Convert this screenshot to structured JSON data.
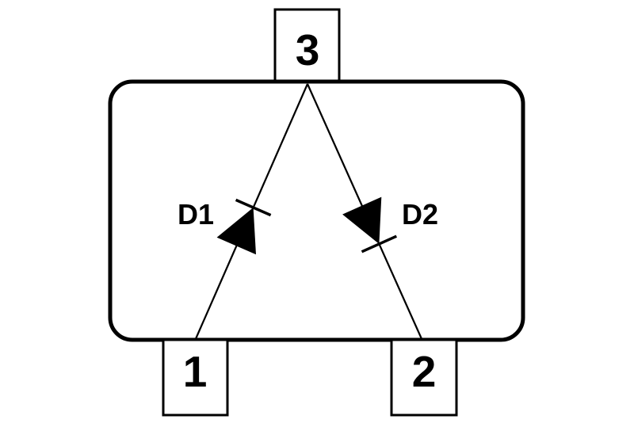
{
  "diagram": {
    "background_color": "#ffffff",
    "ink_color": "#000000",
    "pins": [
      {
        "label": "1"
      },
      {
        "label": "2"
      },
      {
        "label": "3"
      }
    ],
    "diodes": [
      {
        "label": "D1"
      },
      {
        "label": "D2"
      }
    ]
  }
}
